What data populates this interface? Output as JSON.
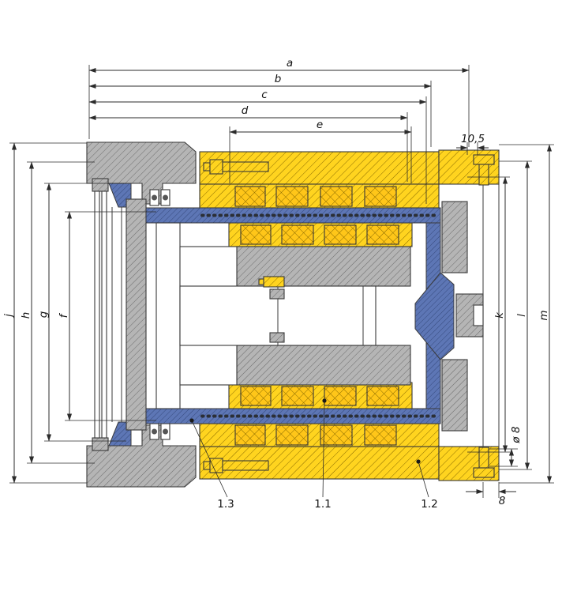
{
  "drawing": {
    "dims": {
      "a": "a",
      "b": "b",
      "c": "c",
      "d": "d",
      "e": "e",
      "offset_top": "10,5",
      "f": "f",
      "g": "g",
      "h": "h",
      "j": "j",
      "k": "k",
      "l": "l",
      "m": "m",
      "hole_dia": "ø 8",
      "flange_lip": "8"
    },
    "parts": {
      "p11": "1.1",
      "p12": "1.2",
      "p13": "1.3"
    },
    "colors": {
      "yellow": "#ffd41f",
      "yellow2": "#ffc619",
      "yellow_dark": "#8a6b00",
      "gray": "#b5b5b5",
      "gray_dark": "#6b6b6b",
      "blue": "#5d76b5",
      "blue_dark": "#2a3d6d",
      "outline": "#3a3a3a",
      "background": "#ffffff"
    }
  }
}
